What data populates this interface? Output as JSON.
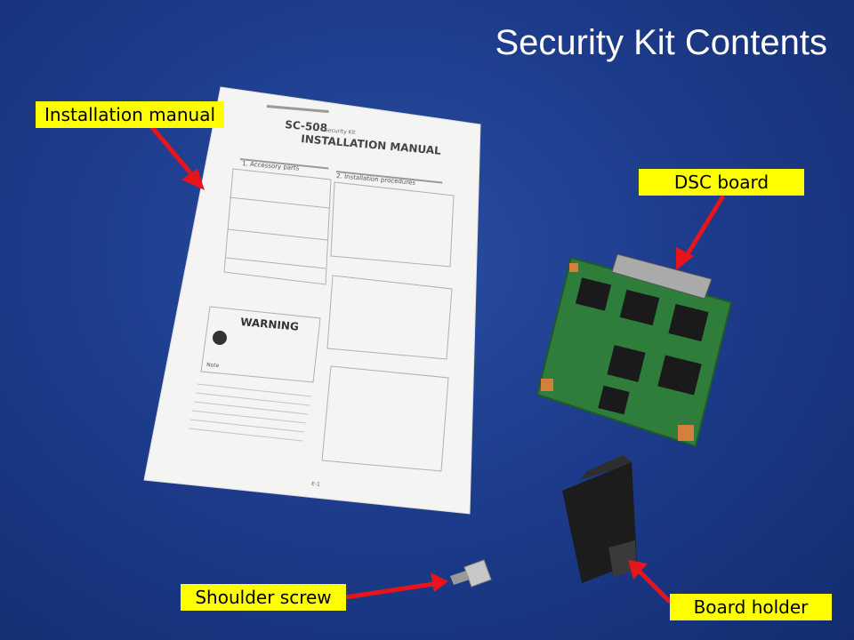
{
  "slide": {
    "title": "Security Kit Contents"
  },
  "labels": {
    "installation_manual": "Installation manual",
    "dsc_board": "DSC board",
    "shoulder_screw": "Shoulder screw",
    "board_holder": "Board holder"
  },
  "manual": {
    "model": "SC-508",
    "model_sub": "Security Kit",
    "heading": "INSTALLATION MANUAL",
    "section1": "1. Accessory parts",
    "section2": "2. Installation procedures",
    "warning": "WARNING",
    "note": "Note",
    "page": "E-1"
  },
  "colors": {
    "background": "#1d3c8c",
    "label_bg": "#ffff00",
    "arrow": "#e8141b",
    "board": "#2e7d3a"
  }
}
